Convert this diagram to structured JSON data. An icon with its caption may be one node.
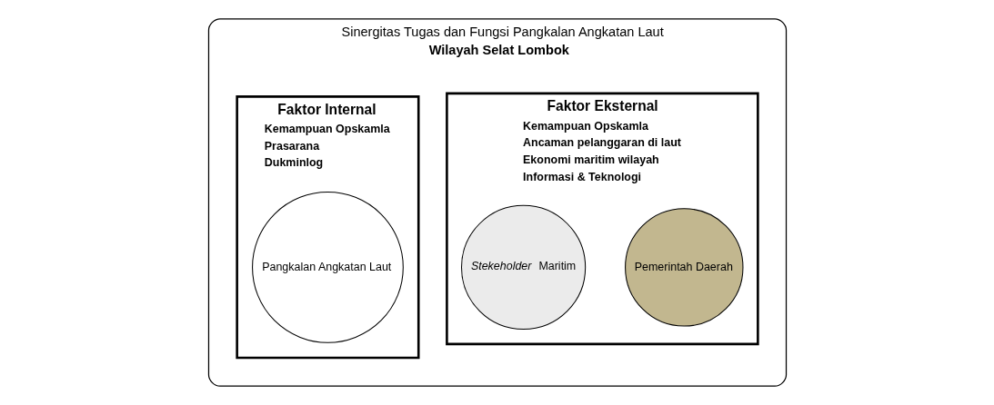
{
  "diagram": {
    "nodes": [
      {
        "text": [
          "Sinergitas Tugas dan Fungsi Pangkalan Angkatan Laut",
          "Wilayah Selat Lombok"
        ]
      },
      {
        "text": [
          "Faktor Internal",
          "Kemampuan Opskamla",
          "Prasarana",
          "Dukminlog"
        ],
        "in": 0
      },
      {
        "text": [
          "Pangkalan Angkatan Laut"
        ],
        "in": 1
      },
      {
        "text": [
          "Faktor Eksternal",
          "Kemampuan Opskamla",
          "Ancaman pelanggaran di laut",
          "Ekonomi maritim wilayah",
          "Informasi & Teknologi"
        ],
        "in": 0
      },
      {
        "text": [
          "*Stekeholder* Maritim"
        ],
        "in": 3
      },
      {
        "text": [
          "Pemerintah Daerah"
        ],
        "in": 3
      }
    ],
    "edges": []
  }
}
